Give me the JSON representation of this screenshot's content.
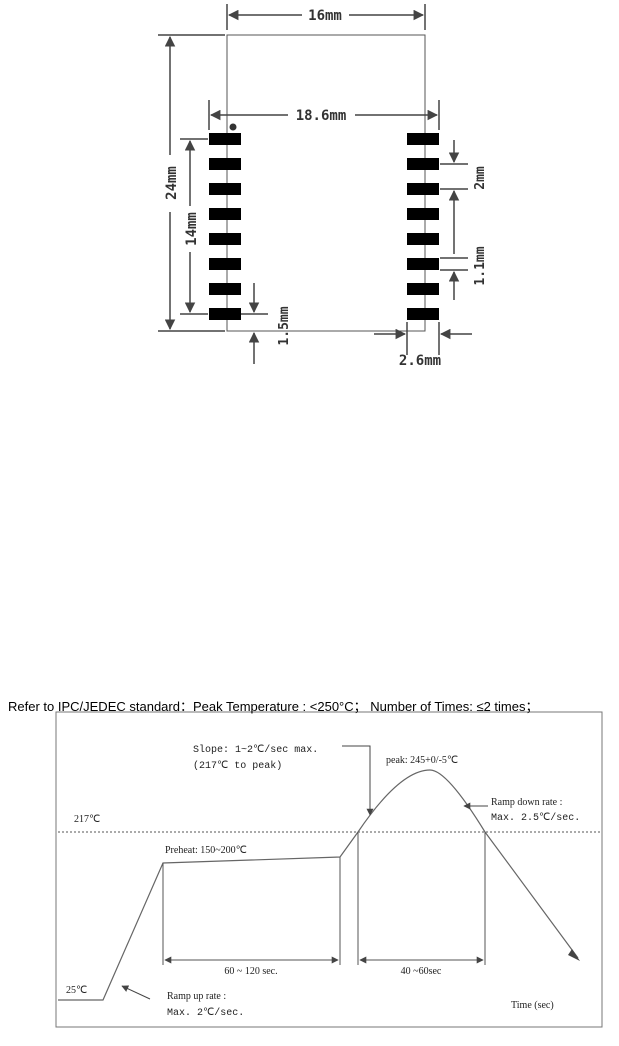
{
  "footprint": {
    "width_top": "16mm",
    "width_pads": "18.6mm",
    "height_total": "24mm",
    "pad_span": "14mm",
    "pad_pitch": "2mm",
    "pad_width": "1.1mm",
    "bottom_offset": "1.5mm",
    "pad_length": "2.6mm",
    "pads_per_side": 8
  },
  "reflow": {
    "caption": "Refer to IPC/JEDEC standard：Peak Temperature : <250°C； Number of Times: ≤2 times；",
    "label_217": "217℃",
    "label_25": "25℃",
    "preheat": "Preheat: 150~200℃",
    "slope_line1": "Slope: 1~2℃/sec max.",
    "slope_line2": "(217℃ to peak)",
    "peak": "peak: 245+0/-5℃",
    "ramp_down_line1": "Ramp down rate :",
    "ramp_down_line2": "Max. 2.5℃/sec.",
    "ramp_up_line1": "Ramp up rate :",
    "ramp_up_line2": "Max. 2℃/sec.",
    "preheat_time": "60 ~ 120 sec.",
    "above_217_time": "40 ~60sec",
    "time_axis": "Time (sec)"
  }
}
